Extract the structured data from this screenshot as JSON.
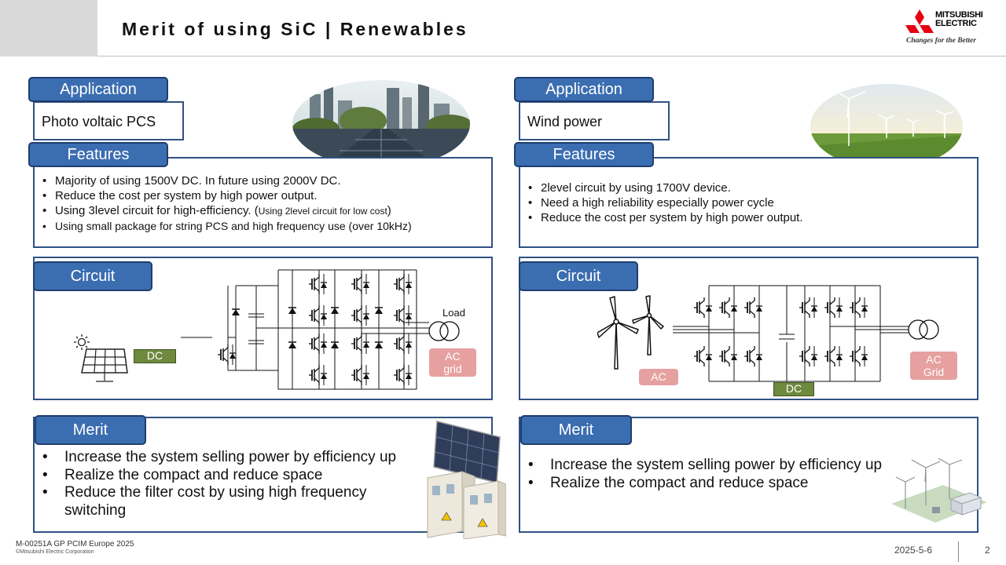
{
  "slide": {
    "title": "Merit of using SiC | Renewables",
    "logo": {
      "word1": "MITSUBISHI",
      "word2": "ELECTRIC",
      "tagline": "Changes for the Better"
    },
    "colors": {
      "tab_blue": "#3b6db1",
      "box_border": "#2f5283",
      "dc_green": "#6f8a3e",
      "ac_pink": "#e6a0a0"
    }
  },
  "left": {
    "application_label": "Application",
    "application_value": "Photo voltaic PCS",
    "features_label": "Features",
    "features": [
      "Majority of using 1500V DC. In future using 2000V DC.",
      "Reduce the cost per system by high power output.",
      "Using 3level circuit for high-efficiency. (",
      "Using small package for string PCS and high frequency use (over 10kHz)"
    ],
    "feature3_small": "Using 2level circuit for low cost",
    "feature3_close": ")",
    "circuit_label": "Circuit",
    "dc_label": "DC",
    "load_label": "Load",
    "ac_grid_line1": "AC",
    "ac_grid_line2": "grid",
    "merit_label": "Merit",
    "merits": [
      "Increase the system selling power by efficiency up",
      "Realize the compact and reduce space",
      "Reduce the filter cost by using high frequency switching"
    ],
    "icons": [
      "sun-icon",
      "solar-panel-icon",
      "city-solar-photo",
      "solar-cabinet-illustration"
    ]
  },
  "right": {
    "application_label": "Application",
    "application_value": "Wind power",
    "features_label": "Features",
    "features": [
      "2level circuit by using 1700V device.",
      "Need a high reliability especially power cycle",
      "Reduce the cost per system by high power output."
    ],
    "circuit_label": "Circuit",
    "ac_label": "AC",
    "dc_label": "DC",
    "ac_grid_line1": "AC",
    "ac_grid_line2": "Grid",
    "merit_label": "Merit",
    "merits": [
      "Increase the system selling power by efficiency up",
      "Realize the compact and reduce space"
    ],
    "icons": [
      "wind-turbine-icon",
      "wind-farm-photo",
      "wind-farm-illustration"
    ]
  },
  "footer": {
    "doc_id": "M-00251A GP PCIM Europe 2025",
    "copyright": "©Mitsubishi Electric Corporation",
    "date": "2025-5-6",
    "page": "2"
  }
}
